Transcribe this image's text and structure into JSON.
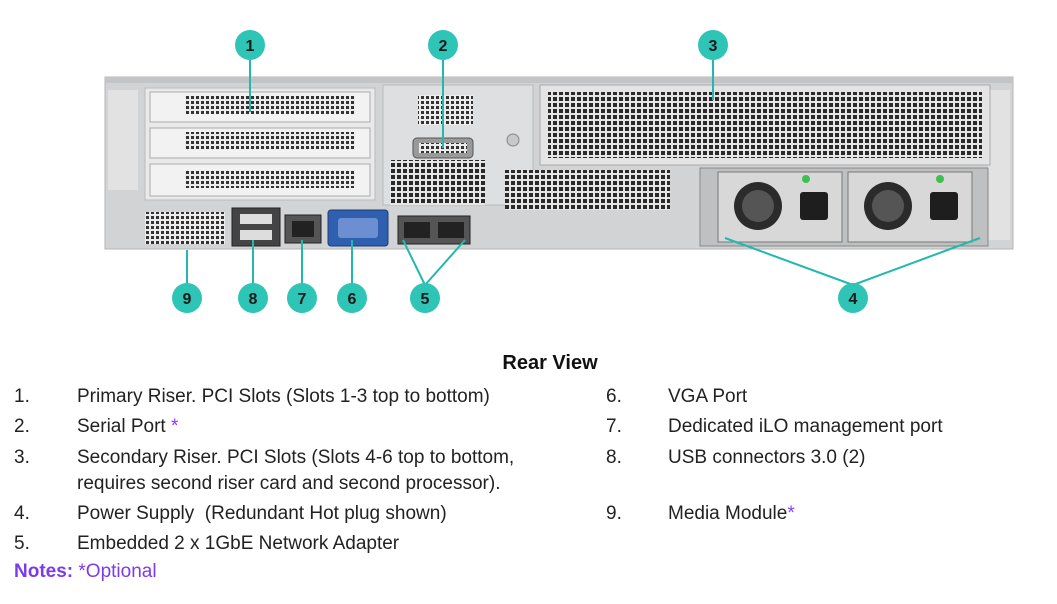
{
  "callouts": [
    "1",
    "2",
    "3",
    "4",
    "5",
    "6",
    "7",
    "8",
    "9"
  ],
  "title": "Rear View",
  "legend": [
    {
      "num": "1.",
      "lines": [
        "Primary Riser. PCI Slots (Slots 1-3 top to bottom)"
      ],
      "optional": false
    },
    {
      "num": "2.",
      "lines": [
        "Serial Port"
      ],
      "optional": true
    },
    {
      "num": "3.",
      "lines": [
        "Secondary Riser. PCI Slots (Slots 4-6 top to bottom,",
        "requires second riser card and second processor)."
      ],
      "optional": false
    },
    {
      "num": "4.",
      "lines": [
        "Power Supply  (Redundant Hot plug shown)"
      ],
      "optional": false
    },
    {
      "num": "5.",
      "lines": [
        "Embedded 2 x 1GbE Network Adapter"
      ],
      "optional": false
    },
    {
      "num": "6.",
      "lines": [
        "VGA Port"
      ],
      "optional": false
    },
    {
      "num": "7.",
      "lines": [
        "Dedicated iLO management port"
      ],
      "optional": false
    },
    {
      "num": "8.",
      "lines": [
        "USB connectors 3.0 (2)"
      ],
      "optional": false
    },
    {
      "num": "9.",
      "lines": [
        "Media Module"
      ],
      "optional": true
    }
  ],
  "asterisk": "*",
  "notes": {
    "label": "Notes:",
    "text": "*Optional"
  },
  "colors": {
    "callout": "#2ec4b6",
    "callout_line": "#22b8ae",
    "notes": "#7c3aed",
    "chassis": "#cfd0d2"
  }
}
